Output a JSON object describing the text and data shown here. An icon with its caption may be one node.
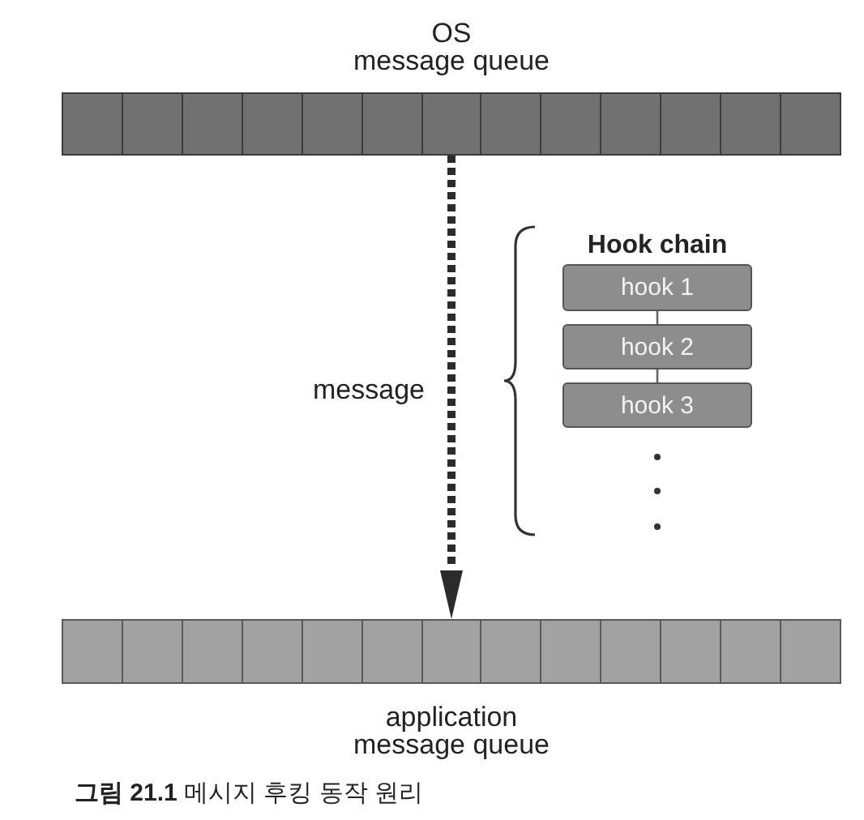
{
  "diagram": {
    "caption": "**그림 21.1** 메시지 후킹 동작 원리",
    "nodes": [
      {
        "text": [
          "OS message queue"
        ]
      },
      {
        "text": [
          "hook 1"
        ]
      },
      {
        "text": [
          "hook 2"
        ]
      },
      {
        "text": [
          "hook 3"
        ]
      },
      {
        "text": [
          "application message queue"
        ]
      }
    ],
    "edges": [
      {
        "from": 0,
        "to": 4,
        "arrow": "to",
        "label": "message",
        "style": "dashed",
        "color": "#2b2b2b"
      },
      {
        "from": 1,
        "to": 2,
        "arrow": "none"
      },
      {
        "from": 2,
        "to": 3,
        "arrow": "none"
      }
    ],
    "labels": [
      "Hook chain"
    ]
  }
}
